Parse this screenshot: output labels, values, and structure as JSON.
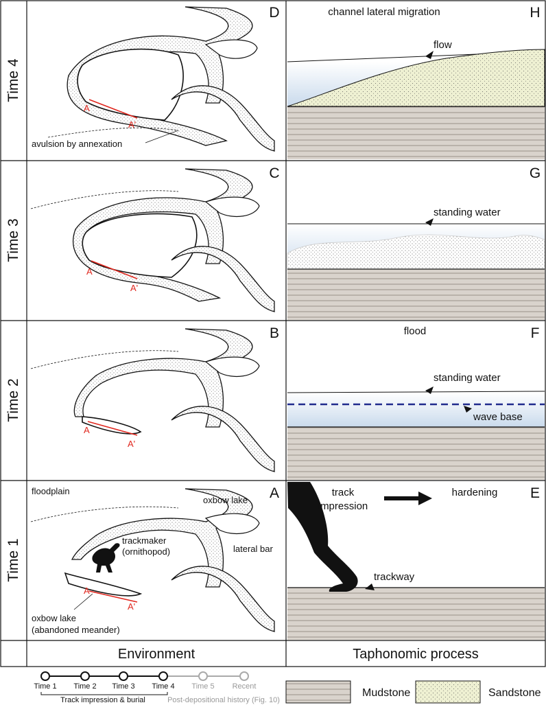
{
  "rows": [
    {
      "label": "Time 4",
      "env_letter": "D",
      "tap_letter": "H"
    },
    {
      "label": "Time 3",
      "env_letter": "C",
      "tap_letter": "G"
    },
    {
      "label": "Time 2",
      "env_letter": "B",
      "tap_letter": "F"
    },
    {
      "label": "Time 1",
      "env_letter": "A",
      "tap_letter": "E"
    }
  ],
  "section_marker": "A",
  "section_marker_prime": "A'",
  "env_annotations": {
    "avulsion": "avulsion by annexation",
    "floodplain": "floodplain",
    "oxbow_lake_top": "oxbow lake",
    "trackmaker_1": "trackmaker",
    "trackmaker_2": "(ornithopod)",
    "lateral_bar": "lateral bar",
    "oxbow_1": "oxbow lake",
    "oxbow_2": "(abandoned meander)"
  },
  "tap_annotations": {
    "channel_migration": "channel lateral migration",
    "flow": "flow",
    "standing_water_g": "standing water",
    "flood": "flood",
    "standing_water_f": "standing water",
    "wave_base": "wave base",
    "track_1": "track",
    "track_2": "impression",
    "hardening": "hardening",
    "trackway": "trackway"
  },
  "footer": {
    "environment": "Environment",
    "taphonomic": "Taphonomic process"
  },
  "timeline": {
    "stages": [
      "Time 1",
      "Time 2",
      "Time 3",
      "Time 4",
      "Time 5",
      "Recent"
    ],
    "bracket_1": "Track impression & burial",
    "bracket_2": "Post-depositional history (Fig. 10)"
  },
  "legend": {
    "mudstone": "Mudstone",
    "sandstone": "Sandstone"
  },
  "colors": {
    "red": "#e0261d",
    "water": "#d9e6f2",
    "sand": "#eef0d2",
    "mud": "#d9d3cc",
    "wave_base": "#1f2a8c"
  }
}
